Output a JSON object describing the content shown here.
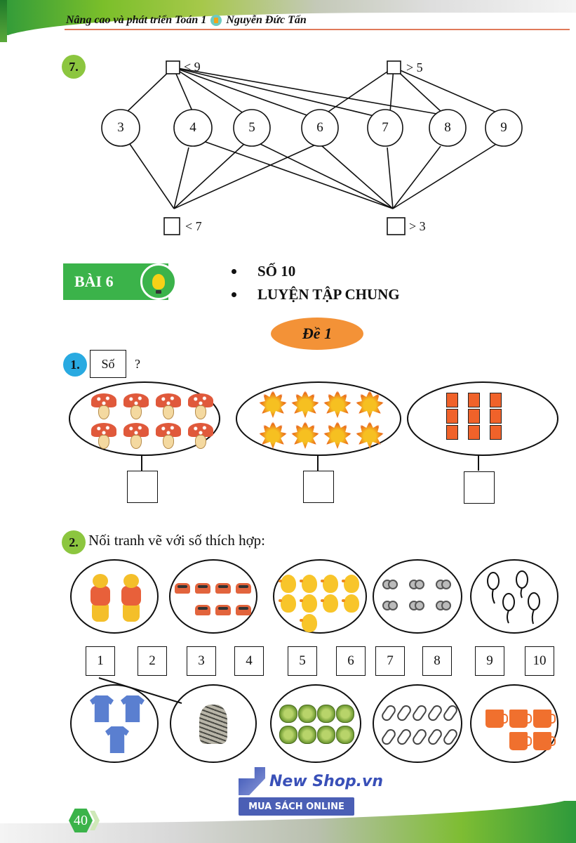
{
  "header": {
    "title_left": "Nâng cao và phát triển Toán 1",
    "title_right": "Nguyễn Đức Tấn",
    "icon": "book-icon"
  },
  "exercise7": {
    "number": "7.",
    "top_boxes": [
      {
        "label": "< 9",
        "connects_to": [
          3,
          4,
          5,
          6,
          7,
          8
        ]
      },
      {
        "label": "> 5",
        "connects_to": [
          6,
          7,
          8,
          9
        ]
      }
    ],
    "numbers": [
      "3",
      "4",
      "5",
      "6",
      "7",
      "8",
      "9"
    ],
    "bottom_boxes": [
      {
        "label": "< 7",
        "connects_to": [
          3,
          4,
          5,
          6
        ]
      },
      {
        "label": "> 3",
        "connects_to": [
          4,
          5,
          6,
          7,
          8,
          9
        ]
      }
    ]
  },
  "lesson": {
    "badge": "BÀI 6",
    "badge_icon": "lightbulb-icon",
    "topics": [
      "SỐ 10",
      "LUYỆN TẬP CHUNG"
    ],
    "test_label": "Đề 1"
  },
  "exercise1": {
    "number": "1.",
    "prompt_box": "Số",
    "prompt_suffix": "?",
    "groups": [
      {
        "item": "mushroom",
        "count": 8
      },
      {
        "item": "maple-leaf",
        "count": 8
      },
      {
        "item": "orange-brick",
        "count": 9
      }
    ]
  },
  "exercise2": {
    "number": "2.",
    "instruction": "Nối tranh vẽ với số thích hợp:",
    "top_pictures": [
      {
        "item": "bear",
        "count": 2
      },
      {
        "item": "car",
        "count": 7
      },
      {
        "item": "chick",
        "count": 9
      },
      {
        "item": "bicycle",
        "count": 6
      },
      {
        "item": "balloon",
        "count": 4
      }
    ],
    "number_boxes": [
      "1",
      "2",
      "3",
      "4",
      "5",
      "6",
      "7",
      "8",
      "9",
      "10"
    ],
    "bottom_pictures": [
      {
        "item": "shirt",
        "count": 3
      },
      {
        "item": "cat",
        "count": 1
      },
      {
        "item": "cabbage",
        "count": 8
      },
      {
        "item": "paperclip",
        "count": 10
      },
      {
        "item": "mug",
        "count": 5
      }
    ],
    "example_link": {
      "from_box": "1",
      "to_picture": "cat"
    }
  },
  "footer": {
    "page_number": "40",
    "shop_name": "New Shop.vn",
    "shop_tagline": "MUA SÁCH ONLINE"
  },
  "colors": {
    "green": "#3bb34a",
    "lime_badge": "#8cc63f",
    "blue_badge": "#29aae1",
    "orange_badge": "#f39237",
    "header_rule": "#e07a5a"
  }
}
